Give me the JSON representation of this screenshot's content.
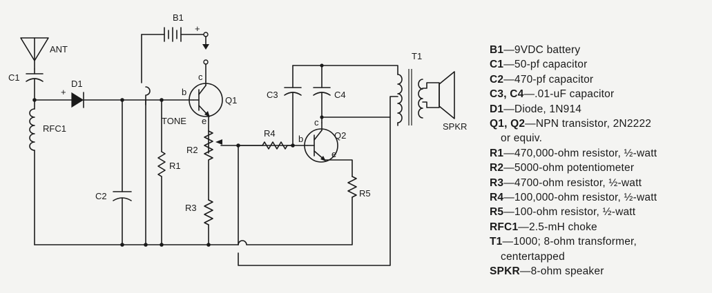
{
  "labels": {
    "b1": "B1",
    "ant": "ANT",
    "c1": "C1",
    "d1": "D1",
    "rfc1": "RFC1",
    "c2": "C2",
    "r1": "R1",
    "tone": "TONE",
    "r2": "R2",
    "r3": "R3",
    "q1": "Q1",
    "c3": "C3",
    "c4": "C4",
    "r4": "R4",
    "q2": "Q2",
    "r5": "R5",
    "t1": "T1",
    "spkr": "SPKR",
    "plus": "+",
    "pin_b": "b",
    "pin_c": "c",
    "pin_e": "e"
  },
  "parts": [
    {
      "ref": "B1",
      "desc": "9VDC battery",
      "cont": ""
    },
    {
      "ref": "C1",
      "desc": "50-pf capacitor",
      "cont": ""
    },
    {
      "ref": "C2",
      "desc": "470-pf capacitor",
      "cont": ""
    },
    {
      "ref": "C3, C4",
      "desc": ".01-uF capacitor",
      "cont": ""
    },
    {
      "ref": "D1",
      "desc": "Diode, 1N914",
      "cont": ""
    },
    {
      "ref": "Q1, Q2",
      "desc": "NPN transistor, 2N2222",
      "cont": "or equiv."
    },
    {
      "ref": "R1",
      "desc": "470,000-ohm resistor, ½-watt",
      "cont": ""
    },
    {
      "ref": "R2",
      "desc": "5000-ohm  potentiometer",
      "cont": ""
    },
    {
      "ref": "R3",
      "desc": "4700-ohm resistor, ½-watt",
      "cont": ""
    },
    {
      "ref": "R4",
      "desc": "100,000-ohm resistor, ½-watt",
      "cont": ""
    },
    {
      "ref": "R5",
      "desc": "100-ohm resistor, ½-watt",
      "cont": ""
    },
    {
      "ref": "RFC1",
      "desc": "2.5-mH choke",
      "cont": ""
    },
    {
      "ref": "T1",
      "desc": "1000; 8-ohm  transformer,",
      "cont": "centertapped"
    },
    {
      "ref": "SPKR",
      "desc": "8-ohm speaker",
      "cont": ""
    }
  ],
  "dash": "—",
  "colors": {
    "ink": "#1a1a1a",
    "paper": "#f4f4f2"
  }
}
